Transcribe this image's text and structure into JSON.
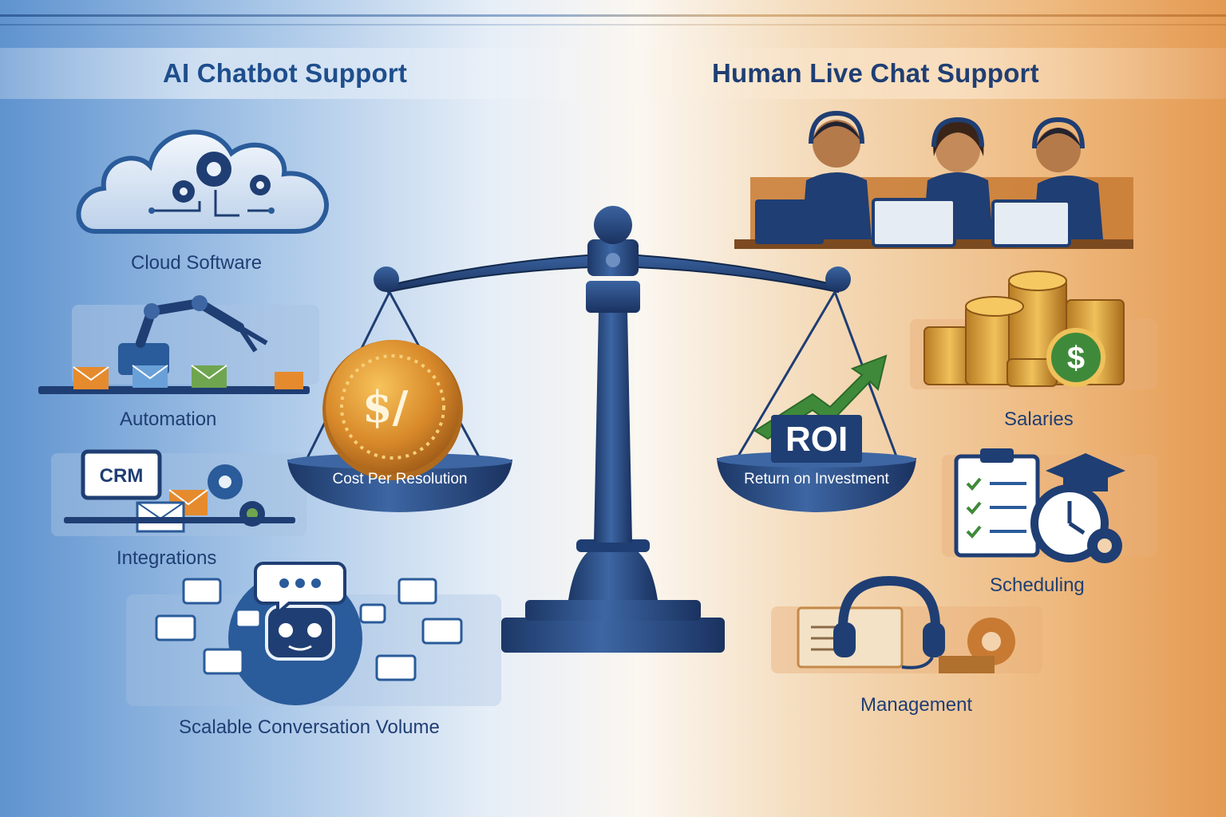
{
  "left_panel": {
    "title": "AI Chatbot Support",
    "items": [
      {
        "label": "Cloud Software",
        "icon": "cloud-gears-icon"
      },
      {
        "label": "Automation",
        "icon": "robot-arm-icon"
      },
      {
        "label": "Integrations",
        "icon": "crm-integrations-icon"
      },
      {
        "label": "Scalable Conversation Volume",
        "icon": "chatbot-bubbles-icon"
      }
    ]
  },
  "right_panel": {
    "title": "Human Live Chat Support",
    "items": [
      {
        "label": "Salaries",
        "icon": "coin-stacks-icon"
      },
      {
        "label": "Scheduling",
        "icon": "checklist-clock-icon"
      },
      {
        "label": "Management",
        "icon": "headset-gear-icon"
      }
    ]
  },
  "scale": {
    "left_pan": {
      "label": "Cost Per Resolution",
      "coin_text": "$/"
    },
    "right_pan": {
      "label": "Return on Investment",
      "sign_text": "ROI"
    }
  },
  "colors": {
    "navy": "#1f3e73",
    "blue": "#2a5b9a",
    "gold": "#d8962d",
    "green": "#3f8a3a",
    "orange": "#e49a52"
  }
}
